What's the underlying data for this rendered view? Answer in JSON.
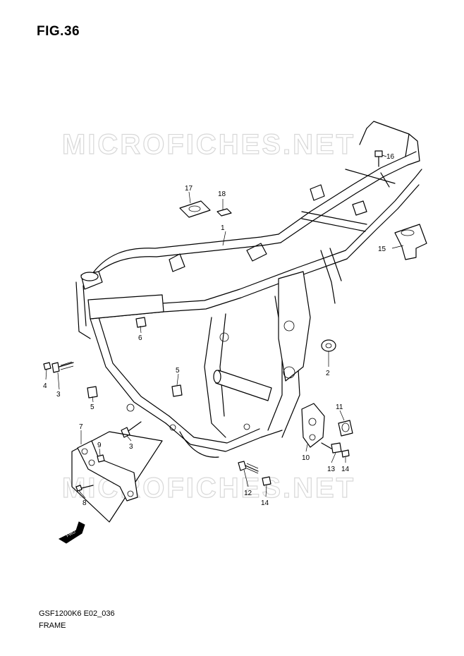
{
  "figure": {
    "title": "FIG.36"
  },
  "watermark": {
    "text": "MICROFICHES.NET"
  },
  "footer": {
    "code": "GSF1200K6 E02_036",
    "name": "FRAME"
  },
  "fwd_badge": {
    "text": "FWD"
  },
  "parts": [
    {
      "number": "1"
    },
    {
      "number": "2"
    },
    {
      "number": "3"
    },
    {
      "number": "3"
    },
    {
      "number": "4"
    },
    {
      "number": "5"
    },
    {
      "number": "5"
    },
    {
      "number": "6"
    },
    {
      "number": "7"
    },
    {
      "number": "8"
    },
    {
      "number": "9"
    },
    {
      "number": "10"
    },
    {
      "number": "11"
    },
    {
      "number": "12"
    },
    {
      "number": "13"
    },
    {
      "number": "14"
    },
    {
      "number": "14"
    },
    {
      "number": "15"
    },
    {
      "number": "16"
    },
    {
      "number": "17"
    },
    {
      "number": "18"
    }
  ]
}
